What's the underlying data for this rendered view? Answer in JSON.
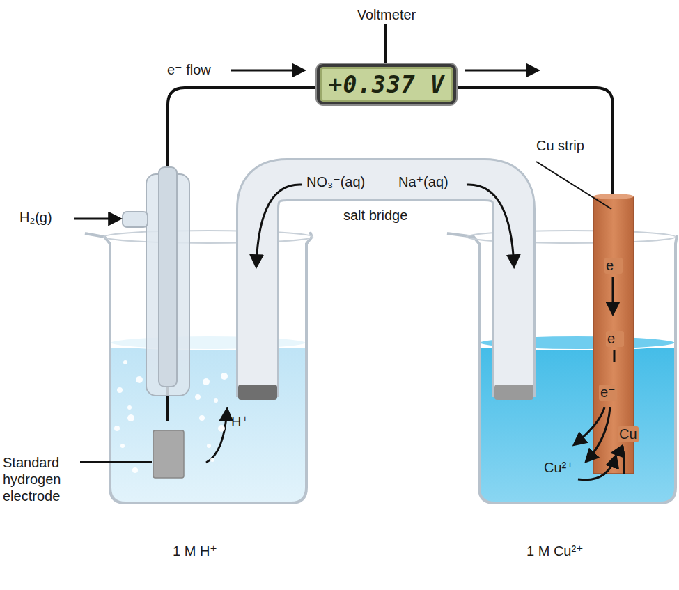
{
  "diagram": {
    "nodes": [
      {
        "text": [
          "Voltmeter",
          "+0.337 V"
        ]
      }
    ],
    "labels": [
      "e⁻ flow",
      "H₂(g)",
      "NO₃⁻(aq)",
      "Na⁺(aq)",
      "salt bridge",
      "Cu strip",
      "e⁻",
      "e⁻",
      "e⁻",
      "Cu",
      "Cu²⁺",
      "H⁺",
      "Standard hydrogen electrode",
      "1 M H⁺",
      "1 M Cu²⁺"
    ]
  }
}
